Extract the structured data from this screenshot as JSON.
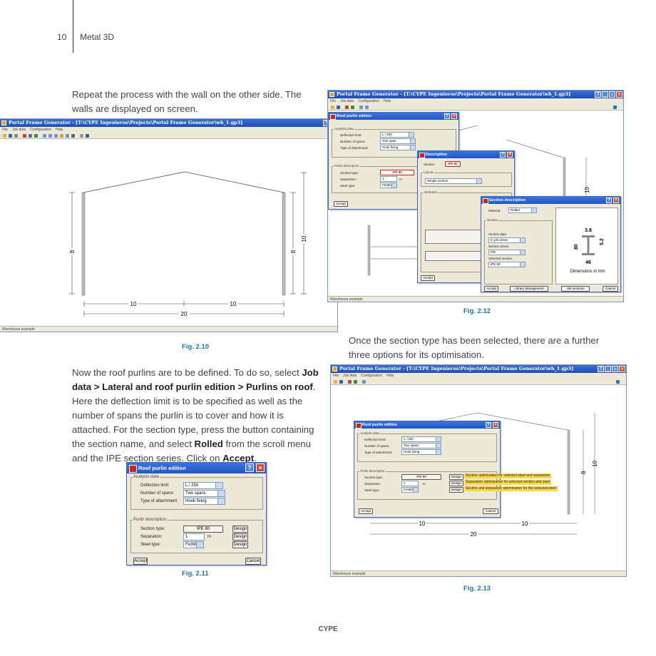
{
  "header": {
    "page_number": "10",
    "book_title": "Metal 3D"
  },
  "text": {
    "p1": "Repeat the process with the wall on the other side. The walls are displayed on screen.",
    "p2_a": "Now the roof purlins are to be defined. To do so, select ",
    "p2_b": "Job data > Lateral and roof purlin edition > Purlins on roof",
    "p2_c": ". Here the deflection limit is to be specified as well as the number of spans the purlin is to cover and how it is attached. For the section type, press the button containing the section name, and select ",
    "p2_d": "Rolled",
    "p2_e": " from the scroll menu and the IPE section series. Click on ",
    "p2_f": "Accept",
    "p2_g": ".",
    "p3": "Once the section type has been selected, there are a further three options for its optimisation."
  },
  "captions": {
    "fig210": "Fig. 2.10",
    "fig211": "Fig. 2.11",
    "fig212": "Fig. 2.12",
    "fig213": "Fig. 2.13"
  },
  "footer": "CYPE",
  "app": {
    "title": "Portal Frame Generator - [T:\\CYPE Ingenieros\\Projects\\Portal Frame Generator\\wh_1.gp3]",
    "menu": [
      "File",
      "Job data",
      "Configuration",
      "Help"
    ],
    "status": "Warehouse example"
  },
  "frame": {
    "height_left": "8",
    "height_right": "8",
    "ridge_height": "10",
    "span_half_left": "10",
    "span_half_right": "10",
    "span_total": "20"
  },
  "roof_dialog": {
    "title": "Roof purlin edition",
    "analysis_group": "Analysis data",
    "deflection_label": "Deflection limit:",
    "deflection_value": "L / 250",
    "spans_label": "Number of spans:",
    "spans_value_211": "Two spans",
    "spans_value_212": "One span",
    "spans_value_213": "Two spans",
    "attach_label": "Type of attachment:",
    "attach_value": "Hook fixing",
    "purlin_group": "Purlin description",
    "section_label": "Section type:",
    "section_value": "IPE 80",
    "separation_label": "Separation:",
    "separation_value": "1",
    "separation_unit": "m",
    "steel_label": "Steel type:",
    "steel_value": "Fe360",
    "design": "Design",
    "accept": "Accept",
    "cancel": "Cancel"
  },
  "description_dialog": {
    "title": "Description",
    "section_label": "Section:",
    "section_value": "IPE 80",
    "layout_group": "Layout",
    "layout_value": "Simple section",
    "attributes_group": "Attributes",
    "accept": "Accept"
  },
  "section_dialog": {
    "title": "Section description",
    "material_label": "Material:",
    "material_value": "Rolled",
    "section_group": "Section",
    "data_label": "Section data",
    "data_value": "In job series",
    "series_label": "Section series",
    "series_value": "IPE",
    "selected_label": "Selected section",
    "selected_value": "IPE 80",
    "dim_flange": "3.8",
    "dim_web": "5.2",
    "dim_height": "80",
    "dim_width": "46",
    "dim_units": "Dimensions in mm",
    "accept": "Accept",
    "library": "Library Management",
    "job_sections": "Job sections",
    "cancel": "Cancel"
  },
  "optim": [
    "Section optimisation for selected steel and separation",
    "Separation optimisation for selected section and steel",
    "Section and separation optimisation for the selected steel"
  ],
  "colors": {
    "caption": "#1a78a8",
    "titlebar": "#1f4fb0",
    "highlight": "#ffd84a"
  }
}
